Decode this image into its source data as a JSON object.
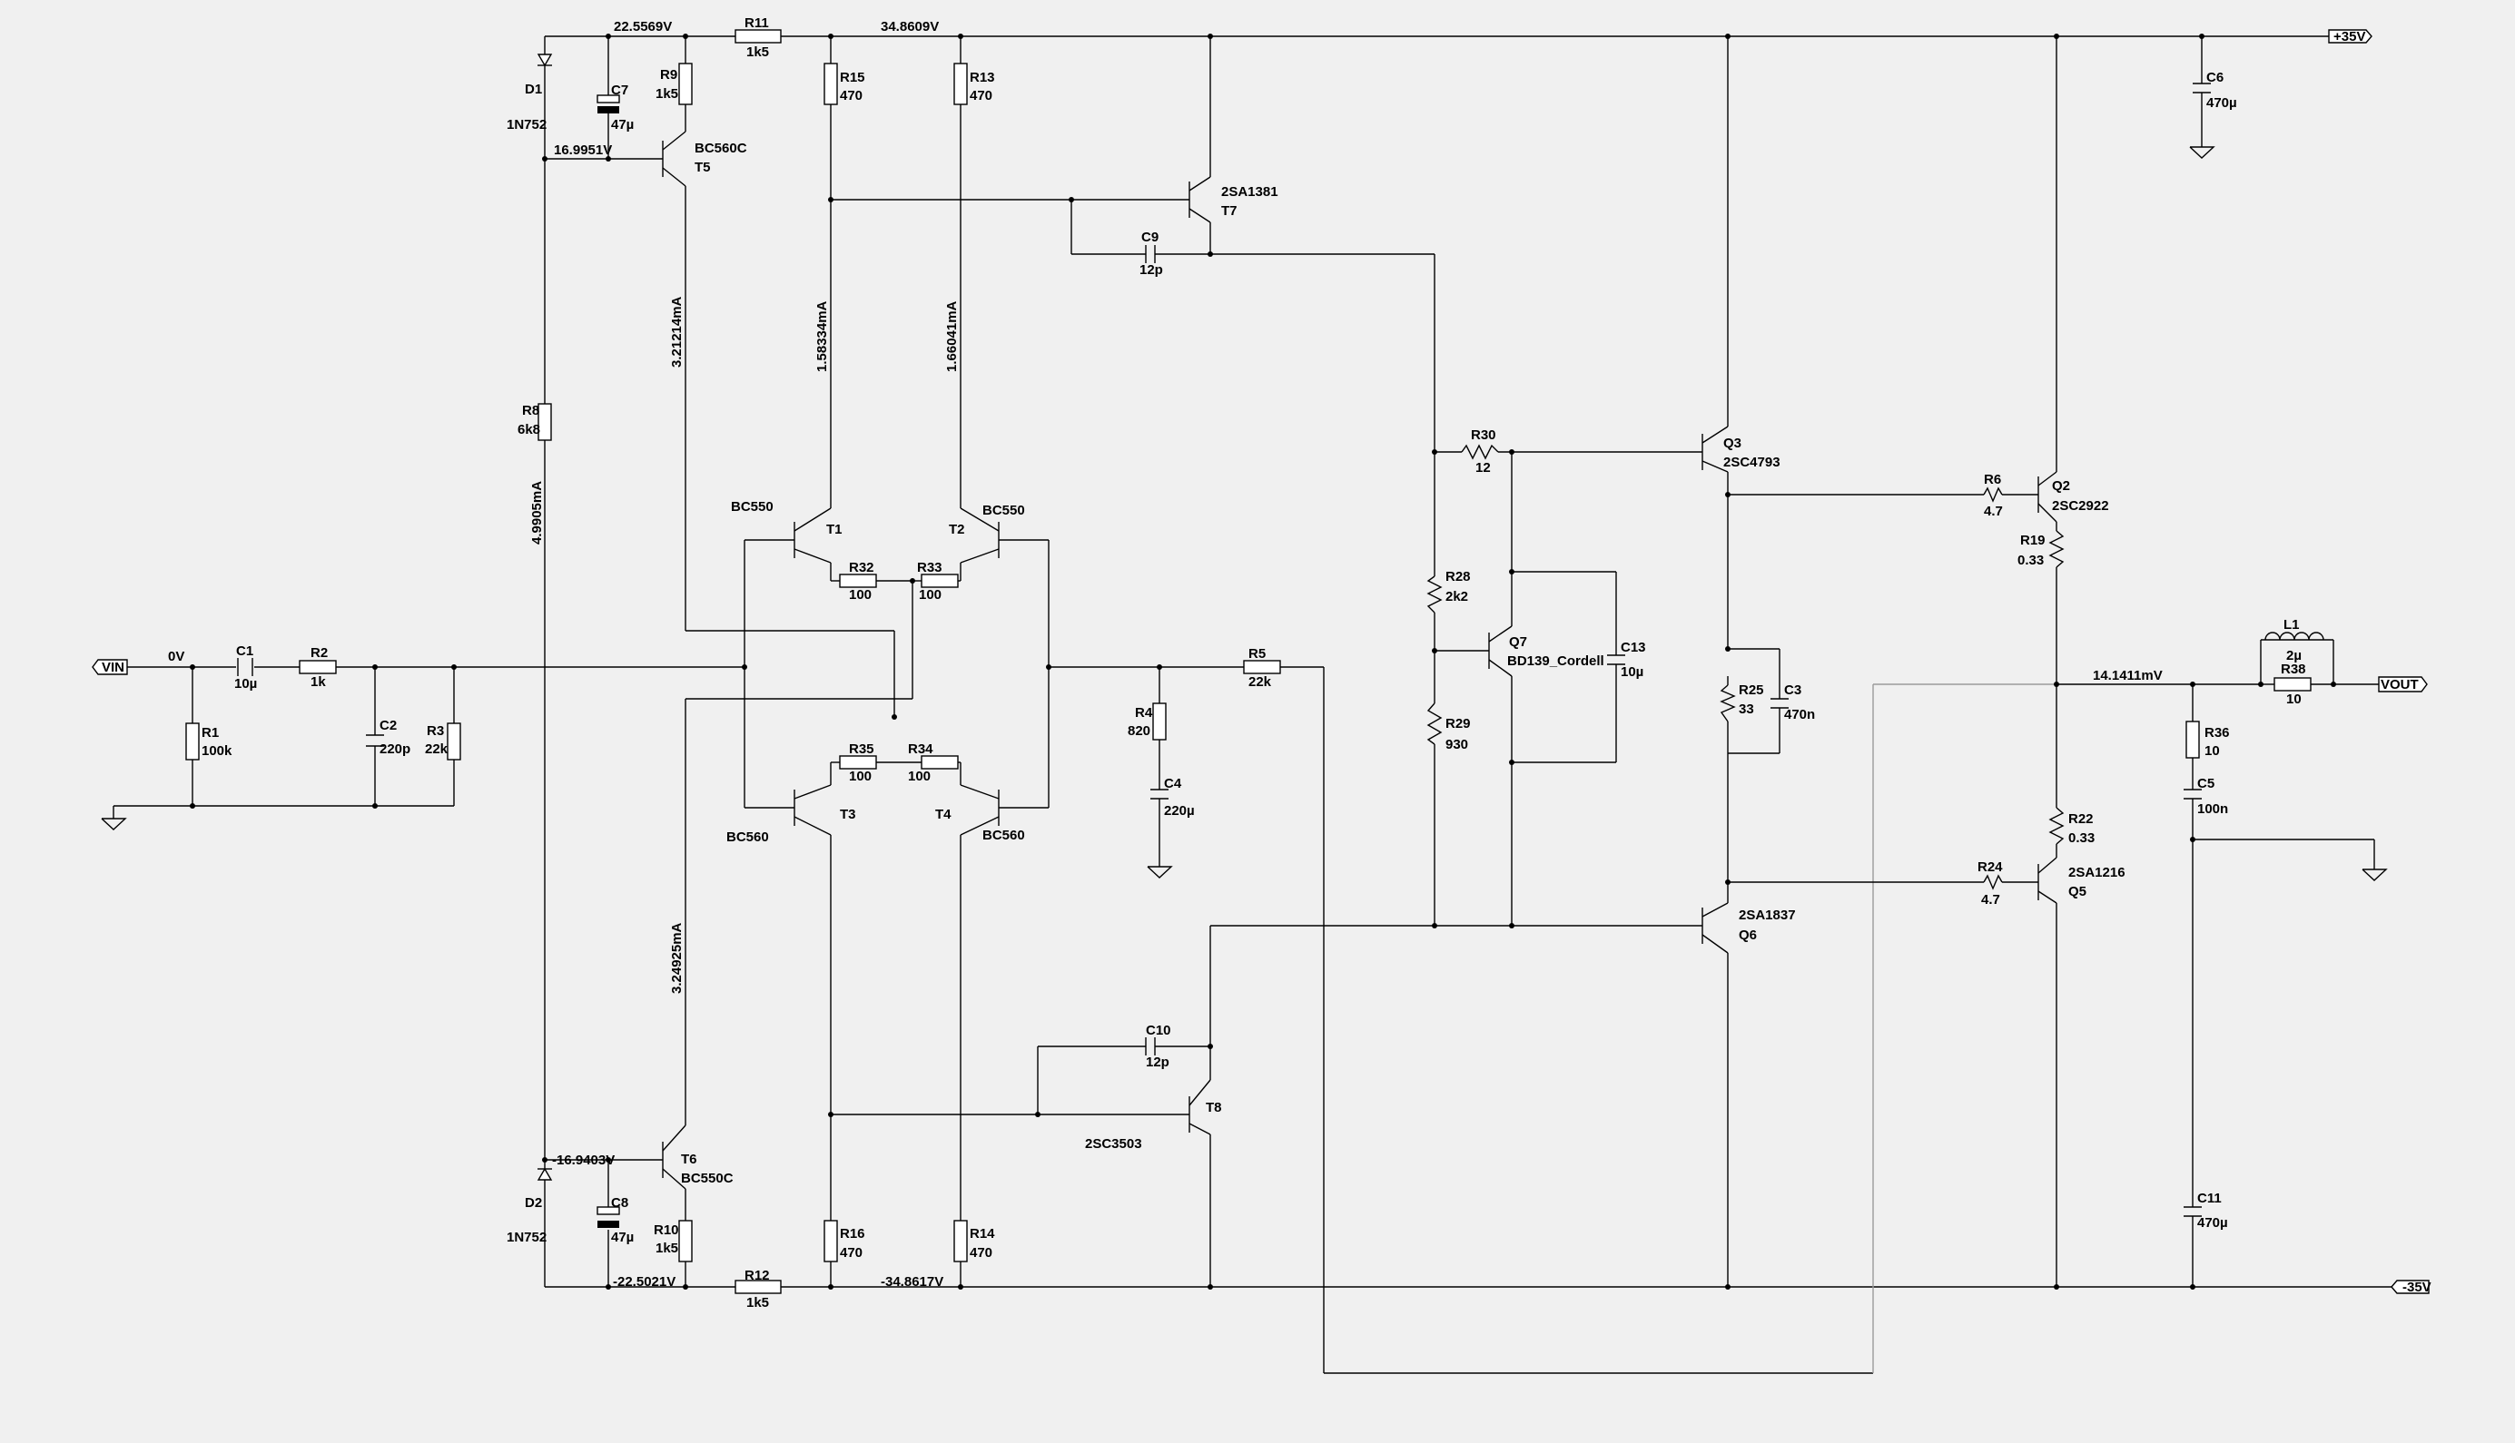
{
  "labels": {
    "vin": "VIN",
    "vout": "VOUT",
    "vplus": "+35V",
    "vminus": "-35V",
    "n_0v": "0V",
    "n_22_5569": "22.5569V",
    "n_34_8609": "34.8609V",
    "n_16_9951": "16.9951V",
    "n_m16_9403": "-16.9403V",
    "n_m22_5021": "-22.5021V",
    "n_m34_8617": "-34.8617V",
    "n_out": "14.1411mV",
    "i_t5": "3.21214mA",
    "i_r15": "1.58334mA",
    "i_r13": "1.66041mA",
    "i_r8": "4.9905mA",
    "i_t6": "3.24925mA"
  },
  "parts": {
    "D1": "D1",
    "D1_val": "1N752",
    "D2": "D2",
    "D2_val": "1N752",
    "C7": "C7",
    "C7_val": "47µ",
    "C8": "C8",
    "C8_val": "47µ",
    "R9": "R9",
    "R9_val": "1k5",
    "R10": "R10",
    "R10_val": "1k5",
    "R11": "R11",
    "R11_val": "1k5",
    "R12": "R12",
    "R12_val": "1k5",
    "R15": "R15",
    "R15_val": "470",
    "R13": "R13",
    "R13_val": "470",
    "R16": "R16",
    "R16_val": "470",
    "R14": "R14",
    "R14_val": "470",
    "R8": "R8",
    "R8_val": "6k8",
    "T5": "T5",
    "T5_type": "BC560C",
    "T6": "T6",
    "T6_type": "BC550C",
    "T7": "T7",
    "T7_type": "2SA1381",
    "T8": "T8",
    "T8_type": "2SC3503",
    "C9": "C9",
    "C9_val": "12p",
    "C10": "C10",
    "C10_val": "12p",
    "T1": "T1",
    "T1_type": "BC550",
    "T2": "T2",
    "T2_type": "BC550",
    "T3": "T3",
    "T3_type": "BC560",
    "T4": "T4",
    "T4_type": "BC560",
    "R32": "R32",
    "R32_val": "100",
    "R33": "R33",
    "R33_val": "100",
    "R35": "R35",
    "R35_val": "100",
    "R34": "R34",
    "R34_val": "100",
    "C1": "C1",
    "C1_val": "10µ",
    "R2": "R2",
    "R2_val": "1k",
    "R1": "R1",
    "R1_val": "100k",
    "C2": "C2",
    "C2_val": "220p",
    "R3": "R3",
    "R3_val": "22k",
    "R4": "R4",
    "R4_val": "820",
    "C4": "C4",
    "C4_val": "220µ",
    "R5": "R5",
    "R5_val": "22k",
    "R30": "R30",
    "R30_val": "12",
    "R28": "R28",
    "R28_val": "2k2",
    "R29": "R29",
    "R29_val": "930",
    "Q7": "Q7",
    "Q7_type": "BD139_Cordell",
    "C13": "C13",
    "C13_val": "10µ",
    "Q3": "Q3",
    "Q3_type": "2SC4793",
    "Q6": "2SA1837",
    "Q6_name": "Q6",
    "R25": "R25",
    "R25_val": "33",
    "C3": "C3",
    "C3_val": "470n",
    "Q2": "Q2",
    "Q2_type": "2SC2922",
    "Q5": "Q5",
    "Q5_type": "2SA1216",
    "R6": "R6",
    "R6_val": "4.7",
    "R24": "R24",
    "R24_val": "4.7",
    "R19": "R19",
    "R19_val": "0.33",
    "R22": "R22",
    "R22_val": "0.33",
    "C6": "C6",
    "C6_val": "470µ",
    "C11": "C11",
    "C11_val": "470µ",
    "L1": "L1",
    "L1_val": "2µ",
    "R38": "R38",
    "R38_val": "10",
    "R36": "R36",
    "R36_val": "10",
    "C5": "C5",
    "C5_val": "100n"
  }
}
